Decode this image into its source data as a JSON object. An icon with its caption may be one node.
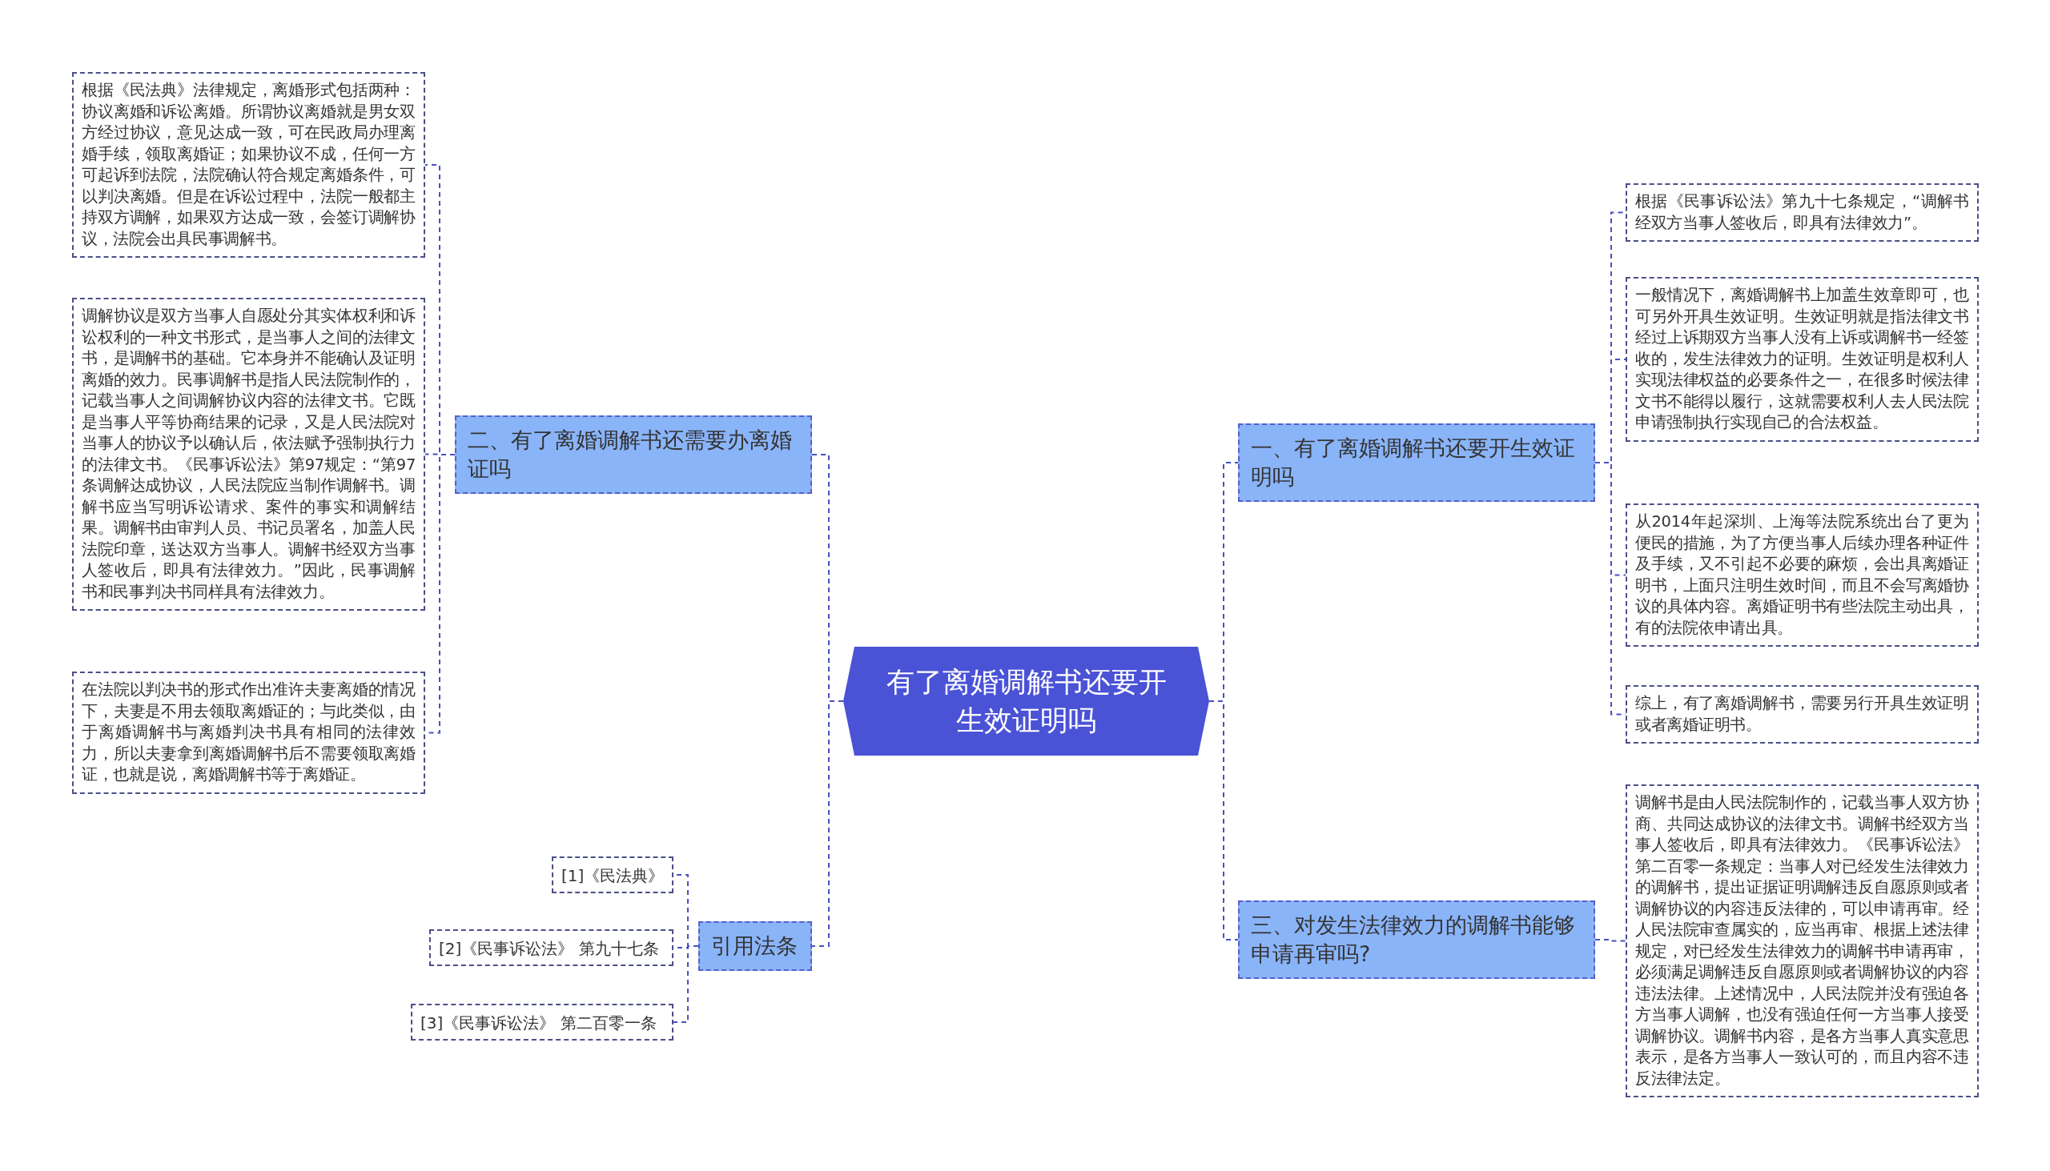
{
  "diagram": {
    "nodes": [
      {
        "text": [
          "有了离婚调解书还要开生效证明吗"
        ]
      },
      {
        "text": [
          "二、有了离婚调解书还需要办离婚证吗"
        ]
      },
      {
        "text": [
          "根据《民法典》法律规定，离婚形式包括两种：协议离婚和诉讼离婚。所谓协议离婚就是男女双方经过协议，意见达成一致，可在民政局办理离婚手续，领取离婚证；如果协议不成，任何一方可起诉到法院，法院确认符合规定离婚条件，可以判决离婚。但是在诉讼过程中，法院一般都主持双方调解，如果双方达成一致，会签订调解协议，法院会出具民事调解书。"
        ]
      },
      {
        "text": [
          "调解协议是双方当事人自愿处分其实体权利和诉讼权利的一种文书形式，是当事人之间的法律文书，是调解书的基础。它本身并不能确认及证明离婚的效力。民事调解书是指人民法院制作的，记载当事人之间调解协议内容的法律文书。它既是当事人平等协商结果的记录，又是人民法院对当事人的协议予以确认后，依法赋予强制执行力的法律文书。《民事诉讼法》第97规定：“第97条调解达成协议，人民法院应当制作调解书。调解书应当写明诉讼请求、案件的事实和调解结果。调解书由审判人员、书记员署名，加盖人民法院印章，送达双方当事人。调解书经双方当事人签收后，即具有法律效力。”因此，民事调解书和民事判决书同样具有法律效力。"
        ]
      },
      {
        "text": [
          "在法院以判决书的形式作出准许夫妻离婚的情况下，夫妻是不用去领取离婚证的；与此类似，由于离婚调解书与离婚判决书具有相同的法律效力，所以夫妻拿到离婚调解书后不需要领取离婚证，也就是说，离婚调解书等于离婚证。"
        ]
      },
      {
        "text": [
          "引用法条"
        ]
      },
      {
        "text": [
          "[1]《民法典》"
        ]
      },
      {
        "text": [
          "[2]《民事诉讼法》 第九十七条"
        ]
      },
      {
        "text": [
          "[3]《民事诉讼法》 第二百零一条"
        ]
      },
      {
        "text": [
          "一、有了离婚调解书还要开生效证明吗"
        ]
      },
      {
        "text": [
          "根据《民事诉讼法》第九十七条规定，“调解书经双方当事人签收后，即具有法律效力”。"
        ]
      },
      {
        "text": [
          "一般情况下，离婚调解书上加盖生效章即可，也可另外开具生效证明。生效证明就是指法律文书经过上诉期双方当事人没有上诉或调解书一经签收的，发生法律效力的证明。生效证明是权利人实现法律权益的必要条件之一，在很多时候法律文书不能得以履行，这就需要权利人去人民法院申请强制执行实现自己的合法权益。"
        ]
      },
      {
        "text": [
          "从2014年起深圳、上海等法院系统出台了更为便民的措施，为了方便当事人后续办理各种证件及手续，又不引起不必要的麻烦，会出具离婚证明书，上面只注明生效时间，而且不会写离婚协议的具体内容。离婚证明书有些法院主动出具，有的法院依申请出具。"
        ]
      },
      {
        "text": [
          "综上，有了离婚调解书，需要另行开具生效证明或者离婚证明书。"
        ]
      },
      {
        "text": [
          "三、对发生法律效力的调解书能够申请再审吗?"
        ]
      },
      {
        "text": [
          "调解书是由人民法院制作的，记载当事人双方协商、共同达成协议的法律文书。调解书经双方当事人签收后，即具有法律效力。《民事诉讼法》第二百零一条规定：当事人对已经发生法律效力的调解书，提出证据证明调解违反自愿原则或者调解协议的内容违反法律的，可以申请再审。经人民法院审查属实的，应当再审、根据上述法律规定，对已经发生法律效力的调解书申请再审，必须满足调解违反自愿原则或者调解协议的内容违法法律。上述情况中，人民法院并没有强迫各方当事人调解，也没有强迫任何一方当事人接受调解协议。调解书内容，是各方当事人真实意思表示，是各方当事人一致认可的，而且内容不违反法律法定。"
        ]
      }
    ],
    "edges": [
      {
        "from": 0,
        "to": 1,
        "arrow": "none"
      },
      {
        "from": 1,
        "to": 2,
        "arrow": "none"
      },
      {
        "from": 1,
        "to": 3,
        "arrow": "none"
      },
      {
        "from": 1,
        "to": 4,
        "arrow": "none"
      },
      {
        "from": 0,
        "to": 5,
        "arrow": "none"
      },
      {
        "from": 5,
        "to": 6,
        "arrow": "none"
      },
      {
        "from": 5,
        "to": 7,
        "arrow": "none"
      },
      {
        "from": 5,
        "to": 8,
        "arrow": "none"
      },
      {
        "from": 0,
        "to": 9,
        "arrow": "none"
      },
      {
        "from": 9,
        "to": 10,
        "arrow": "none"
      },
      {
        "from": 9,
        "to": 11,
        "arrow": "none"
      },
      {
        "from": 9,
        "to": 12,
        "arrow": "none"
      },
      {
        "from": 9,
        "to": 13,
        "arrow": "none"
      },
      {
        "from": 0,
        "to": 14,
        "arrow": "none"
      },
      {
        "from": 14,
        "to": 15,
        "arrow": "none"
      }
    ]
  }
}
